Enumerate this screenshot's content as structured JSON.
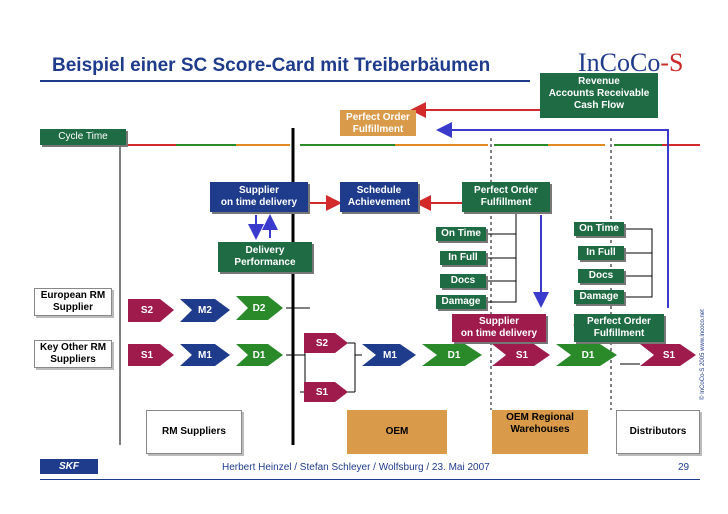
{
  "title": "Beispiel einer SC Score-Card mit Treiberbäumen",
  "logo": {
    "text_main": "InCoCo",
    "text_accent": "-S"
  },
  "top_kpis": {
    "revenue": [
      "Revenue",
      "Accounts Receivable",
      "Cash Flow"
    ],
    "perfect_order_top": [
      "Perfect Order",
      "Fulfillment"
    ],
    "cycle_time": "Cycle Time"
  },
  "kpi_tree": {
    "supplier_otd": [
      "Supplier",
      "on time delivery"
    ],
    "schedule_achievement": [
      "Schedule",
      "Achievement"
    ],
    "perfect_order_mid": [
      "Perfect Order",
      "Fulfillment"
    ],
    "delivery_performance": [
      "Delivery",
      "Performance"
    ],
    "on_time": "On Time",
    "in_full": "In Full",
    "docs": "Docs",
    "damage": "Damage",
    "supplier_otd_low": [
      "Supplier",
      "on time delivery"
    ],
    "perfect_order_right": [
      "Perfect Order",
      "Fulfillment"
    ]
  },
  "suppliers": {
    "european_rm": [
      "European RM",
      "Supplier"
    ],
    "key_other_rm": [
      "Key Other RM",
      "Suppliers"
    ]
  },
  "process_steps": {
    "eu_s2": "S2",
    "eu_m2": "M2",
    "eu_d2": "D2",
    "ko_s1": "S1",
    "ko_m1": "M1",
    "ko_d1": "D1",
    "oem_s2": "S2",
    "oem_s1": "S1",
    "oem_m1": "M1",
    "oem_d1": "D1",
    "wh_s1": "S1",
    "wh_d1": "D1",
    "dist_s1": "S1"
  },
  "stages": {
    "rm_suppliers": "RM Suppliers",
    "oem": "OEM",
    "oem_regional": [
      "OEM Regional",
      "Warehouses"
    ],
    "distributors": "Distributors"
  },
  "footer": {
    "author": "Herbert Heinzel / Stefan Schleyer / Wolfsburg / 23. Mai 2007",
    "page": "29",
    "copyright": "© InCoCo-S 2005  www.incoco.net",
    "skf": "SKF"
  },
  "colors": {
    "navy": "#1f3c8c",
    "green": "#1f6b44",
    "maroon": "#9e1b4c",
    "orange": "#d99a4a",
    "red": "#d22a2a"
  }
}
